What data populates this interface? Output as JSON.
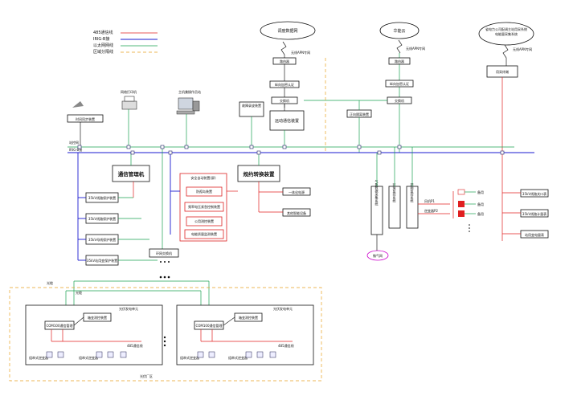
{
  "legend": [
    {
      "label": "485通信线",
      "color": "#e02020"
    },
    {
      "label": "IRIG-B接",
      "color": "#1a1ad0"
    },
    {
      "label": "以太网网线",
      "color": "#1aa050"
    },
    {
      "label": "区域分隔线",
      "color": "#e8a020"
    }
  ],
  "clouds": {
    "left": "调度数据网",
    "mid": "华能云",
    "right": "省电力公司配调主站用采系统\n电能量采集系统"
  },
  "wireless": "无线APN专网",
  "top_chain_left": [
    "路由器",
    "纵向加密认证",
    "交换机"
  ],
  "top_chain_mid": [
    "路由器",
    "纵向加密认证",
    "交换机"
  ],
  "telecontrol": "远动通信装置",
  "firewall": "正向隔离装置",
  "meter": "用采终端",
  "gps": "时间同步装置",
  "monitor_ws": "网络打印机",
  "host_ws": "主机兼操作员站",
  "remote_box": "故障录波装置",
  "bus_labels": {
    "station": "站控网",
    "irig": "IRIG-B接"
  },
  "comm_mgr": "通信管理机",
  "protocol_conv": "规约转换装置",
  "protection": [
    "35kV线路保护装置",
    "35kV线路保护装置",
    "35kV母线保护装置",
    "35kV站用变保护装置"
  ],
  "stability": {
    "title": "安全自动装置(屏)",
    "items": [
      "防孤岛装置",
      "频率电压紧急控制装置",
      "公用测控装置",
      "电能质量监测装置"
    ]
  },
  "ext_right": [
    "一体化电源",
    "其他智能设备"
  ],
  "vert_systems": [
    "气象数据采集系统",
    "环境监控系统",
    "视频监控系统"
  ],
  "weather_cloud": "微气网",
  "breakers": {
    "labels": [
      "风机P1",
      "逆变器P2"
    ],
    "side": [
      "备用",
      "备用",
      "备用"
    ]
  },
  "meter_right": [
    "35kV线路关口表",
    "35kV线路计量表",
    "站用变电量表"
  ],
  "ring_switch": "环网交换机",
  "fiber": [
    "光缆",
    "光缆"
  ],
  "units": [
    {
      "title": "光伏发电单元",
      "ccu": "COM100通信管理",
      "box": "箱变测控装置",
      "inv_a": "组串式逆变器",
      "inv_b": "组串式逆变器",
      "label_c": "485通信线"
    },
    {
      "title": "光伏发电单元",
      "ccu": "COM100通信管理",
      "box": "箱变测控装置",
      "inv_a": "组串式逆变器",
      "inv_b": "组串式逆变器",
      "label_c": "485通信线"
    }
  ],
  "field_area": "光伏厂区"
}
